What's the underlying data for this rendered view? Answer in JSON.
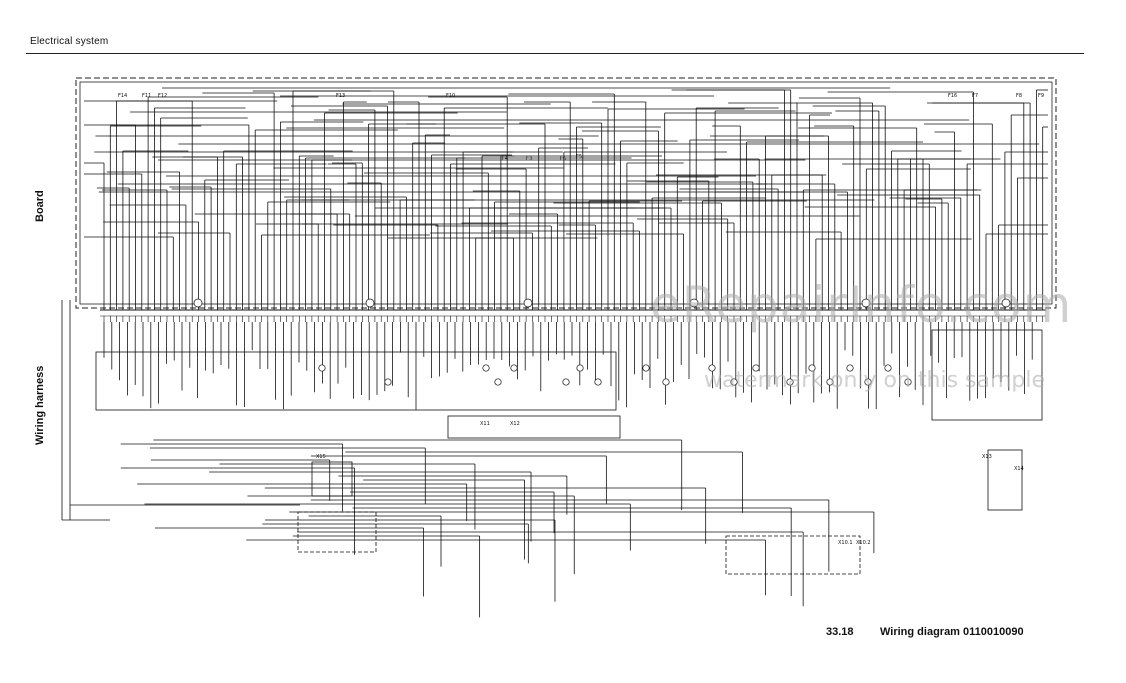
{
  "header": {
    "title": "Electrical system"
  },
  "sections": {
    "board": "Board",
    "wiring_harness": "Wiring harness"
  },
  "footer": {
    "page_number": "33.18",
    "title": "Wiring diagram 0110010090"
  },
  "watermark": {
    "main": "eRepairInfo.com",
    "sub": "watermark only on this sample"
  },
  "fuses_left": [
    "F14",
    "F11",
    "F12",
    "F13",
    "F10"
  ],
  "fuses_mid": [
    "F4",
    "F3",
    "F6",
    "F5"
  ],
  "fuses_right": [
    "F16",
    "F7",
    "F8",
    "F9"
  ],
  "connectors": [
    "X11",
    "X12",
    "X13",
    "X14",
    "X15",
    "X10.1",
    "X10.2"
  ],
  "colors": {
    "line": "#111111",
    "frame": "#222222",
    "watermark": "#aaaaaa"
  }
}
